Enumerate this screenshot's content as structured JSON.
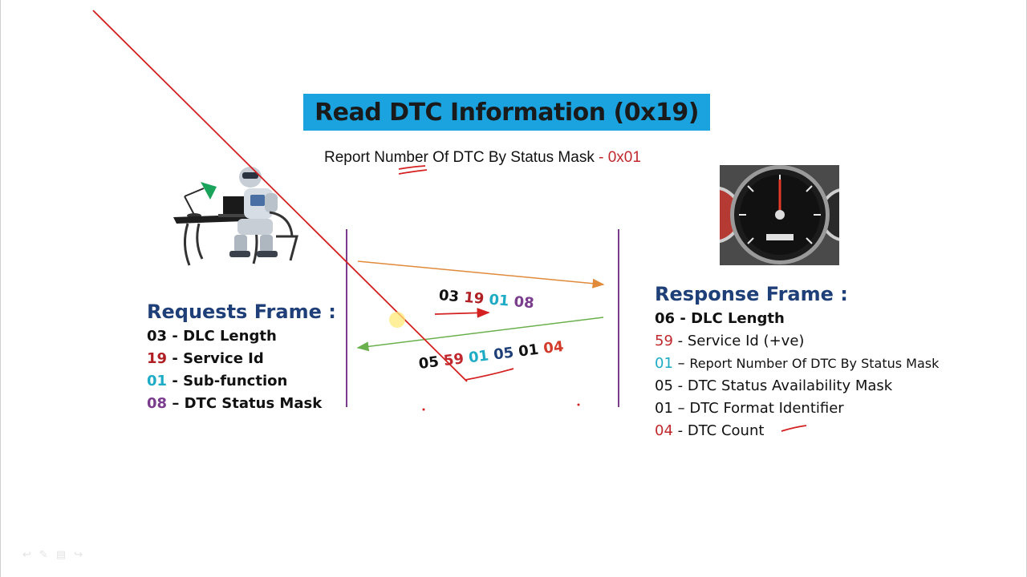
{
  "title": "Read DTC Information (0x19)",
  "subtitle": {
    "text": "Report Number Of DTC By Status Mask",
    "separator": " - ",
    "code": "0x01"
  },
  "request_frame": {
    "heading": "Requests Frame :",
    "lines": [
      {
        "code": "03",
        "sep": " - ",
        "desc": "DLC Length",
        "color": "#111111"
      },
      {
        "code": "19",
        "sep": " - ",
        "desc": "Service Id",
        "color": "#b01f24"
      },
      {
        "code": "01",
        "sep": " - ",
        "desc": "Sub-function",
        "color": "#1eabc6"
      },
      {
        "code": "08",
        "sep": " – ",
        "desc": "DTC Status Mask",
        "color": "#7a3d8e"
      }
    ]
  },
  "response_frame": {
    "heading": "Response Frame :",
    "lines": [
      {
        "code": "06",
        "sep": " - ",
        "desc": "DLC Length",
        "color": "#111111"
      },
      {
        "code": "59",
        "sep": " - ",
        "desc": "Service Id (+ve)",
        "color": "#c0282d"
      },
      {
        "code": "01",
        "sep": " – ",
        "desc": "Report Number Of DTC By Status Mask",
        "color": "#1eabc6"
      },
      {
        "code": "05",
        "sep": " - ",
        "desc": "DTC Status Availability Mask",
        "color": "#111111"
      },
      {
        "code": "01",
        "sep": " – ",
        "desc": "DTC Format Identifier",
        "color": "#111111"
      },
      {
        "code": "04",
        "sep": " - ",
        "desc": "DTC Count",
        "color": "#c0282d"
      }
    ]
  },
  "request_bytes": [
    {
      "value": "03",
      "color": "#111111"
    },
    {
      "value": "19",
      "color": "#b01f24"
    },
    {
      "value": "01",
      "color": "#1eabc6"
    },
    {
      "value": "08",
      "color": "#7a3d8e"
    }
  ],
  "response_bytes": [
    {
      "value": "05",
      "color": "#111111"
    },
    {
      "value": "59",
      "color": "#c0282d"
    },
    {
      "value": "01",
      "color": "#1eabc6"
    },
    {
      "value": "05",
      "color": "#1f3f78"
    },
    {
      "value": "01",
      "color": "#111111"
    },
    {
      "value": "04",
      "color": "#d33a2a"
    }
  ],
  "icons": {
    "tester": "robot-at-desk-icon",
    "ecu": "speedometer-gauge-icon"
  },
  "colors": {
    "banner": "#1ba3e0",
    "heading": "#1f3f78",
    "timeline": "#7a3d8e",
    "request_arrow": "#e08a3a",
    "response_arrow": "#6ab04c",
    "annotation": "#d42020"
  }
}
